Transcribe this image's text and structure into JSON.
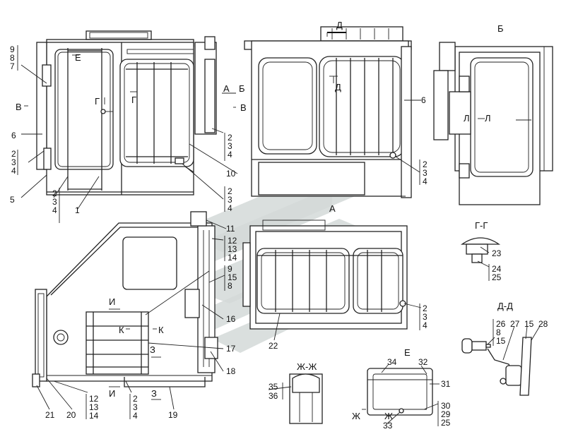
{
  "section_labels": {
    "A": "А",
    "B": "Б",
    "V": "В",
    "G": "Г",
    "D": "Д",
    "E": "Е",
    "Zh": "Ж",
    "I": "И",
    "K": "К",
    "L": "Л",
    "Z": "З",
    "GG": "Г-Г",
    "DD": "Д-Д",
    "ZhZh": "Ж-Ж"
  },
  "callouts": {
    "c1": "1",
    "c2": "2",
    "c3": "3",
    "c4": "4",
    "c5": "5",
    "c6": "6",
    "c7": "7",
    "c8": "8",
    "c9": "9",
    "c10": "10",
    "c11": "11",
    "c12": "12",
    "c13": "13",
    "c14": "14",
    "c15": "15",
    "c16": "16",
    "c17": "17",
    "c18": "18",
    "c19": "19",
    "c20": "20",
    "c21": "21",
    "c22": "22",
    "c23": "23",
    "c24": "24",
    "c25": "25",
    "c26": "26",
    "c27": "27",
    "c28": "28",
    "c29": "29",
    "c30": "30",
    "c31": "31",
    "c32": "32",
    "c33": "33",
    "c34": "34",
    "c35": "35",
    "c36": "36"
  }
}
